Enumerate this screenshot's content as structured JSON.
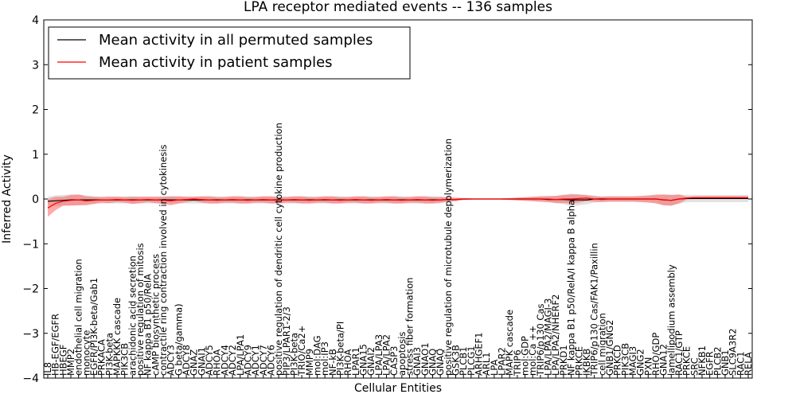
{
  "chart_data": {
    "type": "line",
    "title": "LPA receptor mediated events -- 136 samples",
    "xlabel": "Cellular Entities",
    "ylabel": "Inferred Activity",
    "ylim": [
      -4,
      4
    ],
    "yticks": [
      -4,
      -3,
      -2,
      -1,
      0,
      1,
      2,
      3,
      4
    ],
    "grid": false,
    "legend_position": "top-left",
    "categories": [
      "IL8",
      "HB-EGF/EGFR",
      "HBEGF",
      "MMP2",
      "endothelial cell migration",
      "monocyte",
      "EGFR/PI3K-beta/Gab1",
      "PRKACA",
      "PI3K-beta",
      "MAPKKK cascade",
      "PIK3CB",
      "arachidonic acid secretion",
      "positive regulation of mitosis",
      "NF kappa B1 p50/RelA",
      "cAMP biosynthetic process",
      "contractile ring contraction involved in cytokinesis",
      "ADCY3",
      "G beta/gamma)",
      "ADCY8",
      "GNAZ",
      "GNAI1",
      "ADCY5",
      "RHOA",
      "ADCY4",
      "ADCY2",
      "LPA/LPA1",
      "ADCY9",
      "ADCY1",
      "ADCY7",
      "ADCY6",
      "positive regulation of dendritic cell cytokine production",
      "PIP3/LPAR1-2/3",
      "PI3K-beta",
      "TRIO/Ca2+",
      "MMP9",
      "mol:DAG",
      "mol:IP3",
      "NF-kB",
      "PI3K-beta/PI",
      "RHOA",
      "LPAR1",
      "GNA15",
      "GNAI2",
      "LPA/LPA3",
      "LPA/LPA2",
      "CASP3",
      "apoptosis",
      "stress fiber formation",
      "GNAI3",
      "GNAO1",
      "GNAQ",
      "GNAQ",
      "positive regulation of microtubule depolymerization",
      "GSK3B",
      "PLCB1",
      "PLCG1",
      "ARHGEF1",
      "ARL1",
      "LPA",
      "LPAR2",
      "MAPK cascade",
      "TRIP6",
      "mol:GDP",
      "mol:Ca ++",
      "TRIP6/p130 Cas",
      "LPA/LPA2/MAGI-3",
      "LPA/LPA2/NHERF2",
      "PRKD1",
      "NF kappa B1 p50/RelA/I kappa B alpha",
      "PRKCE",
      "IKBKB",
      "TRIP6/p130 Cas/FAK1/Paxillin",
      "cell migration",
      "GNB1/GNG2",
      "PRKCD",
      "PIK3CB",
      "MAGI3",
      "GNG2",
      "PXN",
      "RHO/GDP",
      "GNA12",
      "lamellipodium assembly",
      "RAC1/GTP",
      "PRKCE",
      "SRC",
      "NFKB1",
      "EGFR",
      "PLCB2",
      "GNB1",
      "SLC9A3R2",
      "RAC1",
      "RELA"
    ],
    "series": [
      {
        "name": "Mean activity in all permuted samples",
        "color": "#000000",
        "values": [
          -0.05,
          -0.04,
          -0.03,
          -0.02,
          -0.02,
          -0.02,
          -0.02,
          -0.02,
          -0.02,
          -0.02,
          -0.02,
          -0.02,
          -0.02,
          -0.02,
          -0.02,
          -0.02,
          -0.02,
          -0.02,
          -0.02,
          -0.02,
          -0.02,
          -0.02,
          -0.02,
          -0.02,
          -0.02,
          -0.02,
          -0.02,
          -0.02,
          -0.02,
          -0.02,
          -0.02,
          -0.02,
          -0.02,
          -0.02,
          -0.02,
          -0.02,
          -0.02,
          -0.02,
          -0.02,
          -0.02,
          -0.02,
          -0.02,
          -0.02,
          -0.02,
          -0.02,
          -0.02,
          -0.02,
          -0.02,
          -0.02,
          -0.02,
          -0.02,
          -0.02,
          -0.01,
          -0.01,
          0.0,
          0.0,
          0.0,
          0.0,
          0.0,
          0.0,
          0.0,
          0.0,
          0.0,
          0.0,
          0.0,
          -0.01,
          -0.01,
          -0.01,
          -0.02,
          -0.02,
          -0.02,
          0.0,
          0.0,
          0.0,
          0.0,
          0.0,
          0.0,
          0.0,
          0.0,
          0.0,
          -0.02,
          -0.03,
          0.0,
          0.01,
          0.01,
          0.01,
          0.01,
          0.01,
          0.01,
          0.01,
          0.01,
          0.01
        ],
        "band": [
          0.1,
          0.12,
          0.12,
          0.12,
          0.12,
          0.1,
          0.08,
          0.08,
          0.08,
          0.08,
          0.08,
          0.08,
          0.08,
          0.08,
          0.08,
          0.08,
          0.08,
          0.08,
          0.08,
          0.08,
          0.08,
          0.08,
          0.08,
          0.08,
          0.08,
          0.08,
          0.08,
          0.08,
          0.08,
          0.08,
          0.08,
          0.08,
          0.08,
          0.08,
          0.08,
          0.08,
          0.08,
          0.08,
          0.08,
          0.08,
          0.08,
          0.08,
          0.08,
          0.08,
          0.08,
          0.08,
          0.08,
          0.08,
          0.08,
          0.08,
          0.08,
          0.08,
          0.05,
          0.03,
          0.02,
          0.01,
          0.0,
          0.0,
          0.0,
          0.01,
          0.02,
          0.03,
          0.04,
          0.05,
          0.06,
          0.06,
          0.08,
          0.1,
          0.14,
          0.12,
          0.1,
          0.08,
          0.06,
          0.06,
          0.06,
          0.06,
          0.06,
          0.06,
          0.07,
          0.08,
          0.12,
          0.12,
          0.1,
          0.08,
          0.08,
          0.08,
          0.08,
          0.08,
          0.08,
          0.08,
          0.08,
          0.08
        ]
      },
      {
        "name": "Mean activity in patient samples",
        "color": "#ff0000",
        "values": [
          -0.2,
          -0.1,
          -0.05,
          -0.03,
          -0.02,
          -0.04,
          -0.03,
          -0.02,
          -0.02,
          -0.01,
          -0.02,
          -0.03,
          -0.02,
          -0.01,
          -0.02,
          -0.03,
          -0.04,
          -0.02,
          -0.01,
          0.0,
          -0.01,
          -0.02,
          -0.03,
          -0.02,
          -0.01,
          -0.02,
          -0.03,
          -0.02,
          -0.01,
          -0.02,
          -0.03,
          -0.02,
          -0.01,
          -0.02,
          -0.03,
          -0.02,
          -0.01,
          -0.02,
          -0.03,
          -0.02,
          -0.01,
          -0.02,
          -0.03,
          -0.02,
          -0.01,
          -0.02,
          -0.03,
          -0.02,
          -0.01,
          -0.02,
          -0.03,
          -0.02,
          -0.01,
          -0.01,
          0.0,
          0.0,
          0.0,
          0.0,
          0.0,
          0.0,
          0.0,
          0.0,
          0.0,
          0.0,
          0.0,
          0.0,
          -0.01,
          0.0,
          0.0,
          0.01,
          0.02,
          0.0,
          -0.01,
          0.0,
          0.0,
          0.0,
          0.0,
          0.0,
          0.0,
          0.0,
          -0.02,
          -0.03,
          0.0,
          0.02,
          0.03,
          0.03,
          0.03,
          0.03,
          0.03,
          0.03,
          0.03,
          0.03
        ],
        "band": [
          0.2,
          0.15,
          0.1,
          0.12,
          0.12,
          0.1,
          0.08,
          0.06,
          0.07,
          0.06,
          0.06,
          0.08,
          0.07,
          0.06,
          0.07,
          0.08,
          0.1,
          0.08,
          0.06,
          0.05,
          0.07,
          0.08,
          0.07,
          0.06,
          0.07,
          0.08,
          0.07,
          0.06,
          0.07,
          0.08,
          0.07,
          0.06,
          0.07,
          0.08,
          0.07,
          0.06,
          0.07,
          0.08,
          0.07,
          0.06,
          0.07,
          0.08,
          0.07,
          0.06,
          0.07,
          0.08,
          0.07,
          0.06,
          0.07,
          0.08,
          0.07,
          0.06,
          0.05,
          0.04,
          0.02,
          0.01,
          0.0,
          0.0,
          0.0,
          0.01,
          0.02,
          0.03,
          0.04,
          0.05,
          0.06,
          0.07,
          0.08,
          0.09,
          0.1,
          0.09,
          0.07,
          0.06,
          0.06,
          0.06,
          0.06,
          0.06,
          0.06,
          0.07,
          0.08,
          0.1,
          0.12,
          0.12,
          0.1,
          0.03,
          0.03,
          0.03,
          0.03,
          0.03,
          0.03,
          0.03,
          0.03,
          0.03
        ]
      }
    ]
  }
}
